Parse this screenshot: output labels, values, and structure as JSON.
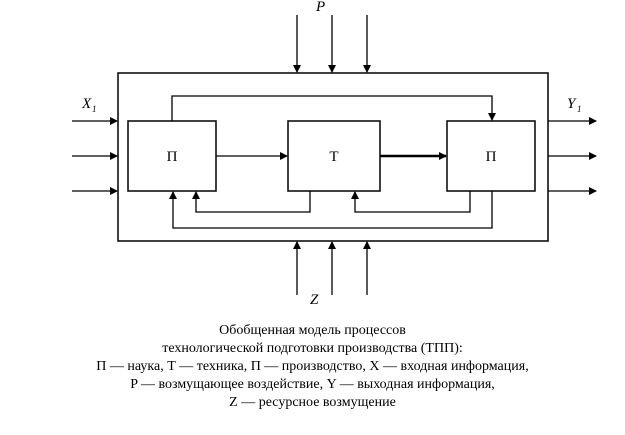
{
  "diagram": {
    "blocks": {
      "science": "П",
      "technology": "Т",
      "production": "П"
    },
    "labels": {
      "input": "X",
      "input_sub": "1",
      "output": "Y",
      "output_sub": "1",
      "disturbance": "P",
      "resource": "Z"
    }
  },
  "caption": {
    "lines": [
      "Обобщенная модель процессов",
      "технологической подготовки производства (ТПП):",
      "П — наука, Т — техника, П — производство, X — входная информация,",
      "P — возмущающее воздействие, Y — выходная информация,",
      "Z — ресурсное возмущение"
    ]
  }
}
